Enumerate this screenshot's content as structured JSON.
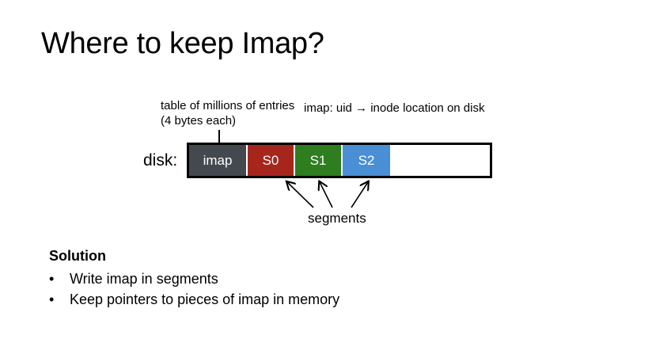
{
  "slide": {
    "title": "Where to keep Imap?"
  },
  "diagram": {
    "table_note": "table of millions of entries (4 bytes each)",
    "imap_note": "imap: uid → inode location on disk",
    "disk_label": "disk:",
    "cells": [
      {
        "label": "imap",
        "color": "#44494f"
      },
      {
        "label": "S0",
        "color": "#a6261e"
      },
      {
        "label": "S1",
        "color": "#2e7d1f"
      },
      {
        "label": "S2",
        "color": "#4a8fd6"
      }
    ],
    "segments_label": "segments"
  },
  "solution": {
    "heading": "Solution",
    "bullets": [
      "Write imap in segments",
      "Keep pointers to pieces of imap in memory"
    ],
    "bullet_glyph": "•"
  }
}
